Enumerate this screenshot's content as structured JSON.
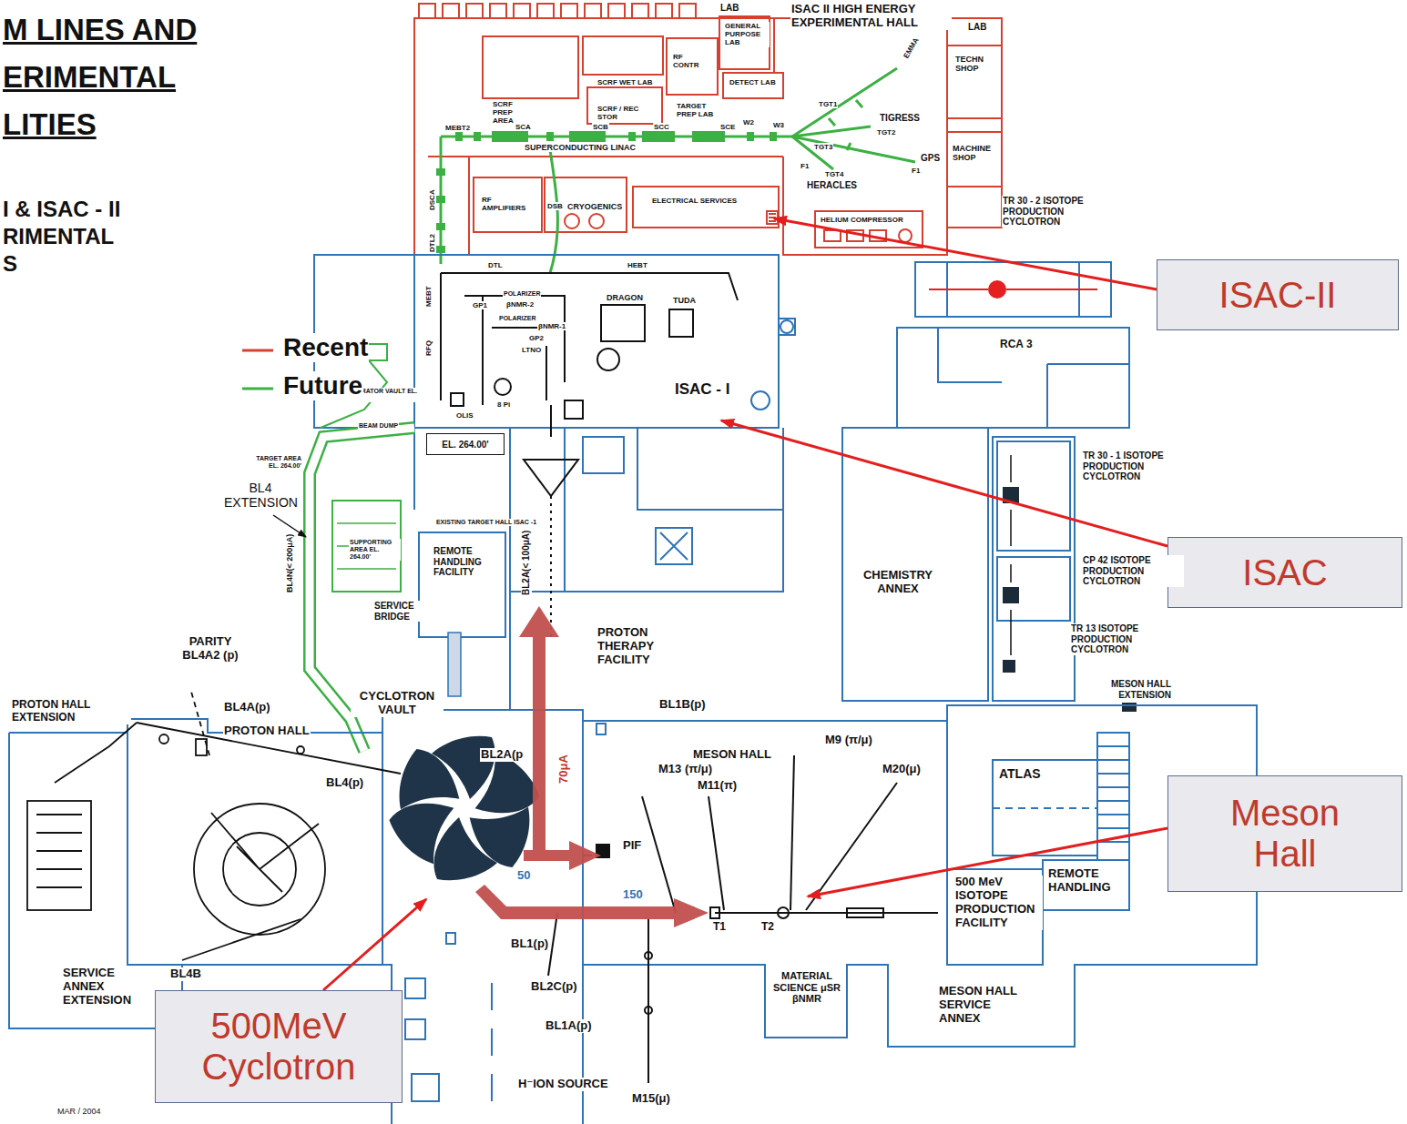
{
  "diagram": {
    "nodes": [
      {
        "text": [
          "ISAC-II"
        ]
      },
      {
        "text": [
          "EL. 264.00'"
        ]
      },
      {
        "text": [
          "ISAC"
        ]
      },
      {
        "text": [
          "Meson Hall"
        ]
      },
      {
        "text": [
          "500MeV Cyclotron"
        ]
      }
    ],
    "labels": [
      "M LINES AND",
      "ERIMENTAL",
      "LITIES",
      "I & ISAC - II",
      "RIMENTAL",
      "S",
      "LAB",
      "ISAC II HIGH ENERGY EXPERIMENTAL HALL",
      "LAB",
      "TECHN SHOP",
      "MACHINE SHOP",
      "GENERAL PURPOSE LAB",
      "RF CONTR",
      "DETECT LAB",
      "SCRF WET LAB",
      "SCRF PREP AREA",
      "SCRF / REC STOR",
      "TARGET PREP LAB",
      "EMMA",
      "TGT1",
      "TIGRESS",
      "TGT2",
      "GPS",
      "TGT3",
      "F1",
      "F1",
      "TGT4",
      "HERACLES",
      "MEBT2",
      "SCA",
      "SCB",
      "SCC",
      "SCE",
      "W2",
      "W3",
      "SUPERCONDUCTING LINAC",
      "DSCA",
      "DTL2",
      "RF AMPLIFIERS",
      "DSB",
      "CRYOGENICS",
      "ELECTRICAL SERVICES",
      "HELIUM COMPRESSOR",
      "TR 30 - 2 ISOTOPE PRODUCTION CYCLOTRON",
      "RCA 3",
      "DTL",
      "HEBT",
      "MEBT",
      "RFQ",
      "POLARIZER",
      "GP1",
      "βNMR-2",
      "βNMR-1",
      "POLARIZER",
      "GP2",
      "LTNO",
      "DRAGON",
      "TUDA",
      "OLIS",
      "8 Pi",
      "ISAC - I",
      "MASS SEPARATOR VAULT EL. 264.00'",
      "BEAM DUMP",
      "TARGET AREA EL. 264.00'",
      "BL4 EXTENSION",
      "EXISTING TARGET HALL ISAC -1",
      "SUPPORTING AREA EL. 264.00'",
      "REMOTE HANDLING FACILITY",
      "BL4N(< 200μA)",
      "BL2A(< 100μA)",
      "SERVICE BRIDGE",
      "TR 30 - 1 ISOTOPE PRODUCTION CYCLOTRON",
      "CHEMISTRY ANNEX",
      "CP 42 ISOTOPE PRODUCTION CYCLOTRON",
      "TR 13 ISOTOPE PRODUCTION CYCLOTRON",
      "PARITY BL4A2 (p)",
      "PROTON THERAPY FACILITY",
      "PROTON HALL EXTENSION",
      "BL4A(p)",
      "CYCLOTRON VAULT",
      "BL1B(p)",
      "MESON HALL EXTENSION",
      "PROTON HALL",
      "BL2A(p",
      "70μA",
      "MESON HALL",
      "M9 (π/μ)",
      "M13 (π/μ)",
      "M20(μ)",
      "ATLAS",
      "M11(π)",
      "BL4(p)",
      "PIF",
      "50",
      "150",
      "T1",
      "T2",
      "500 MeV ISOTOPE PRODUCTION FACILITY",
      "REMOTE HANDLING",
      "SERVICE ANNEX EXTENSION",
      "BL4B",
      "BL1(p)",
      "BL2C(p)",
      "BL1A(p)",
      "MATERIAL SCIENCE μSR βNMR",
      "MESON HALL SERVICE ANNEX",
      "H⁻ION SOURCE",
      "M15(μ)",
      "MAR / 2004"
    ],
    "legend": [
      {
        "text": "Recent"
      },
      {
        "text": "Future"
      }
    ]
  }
}
